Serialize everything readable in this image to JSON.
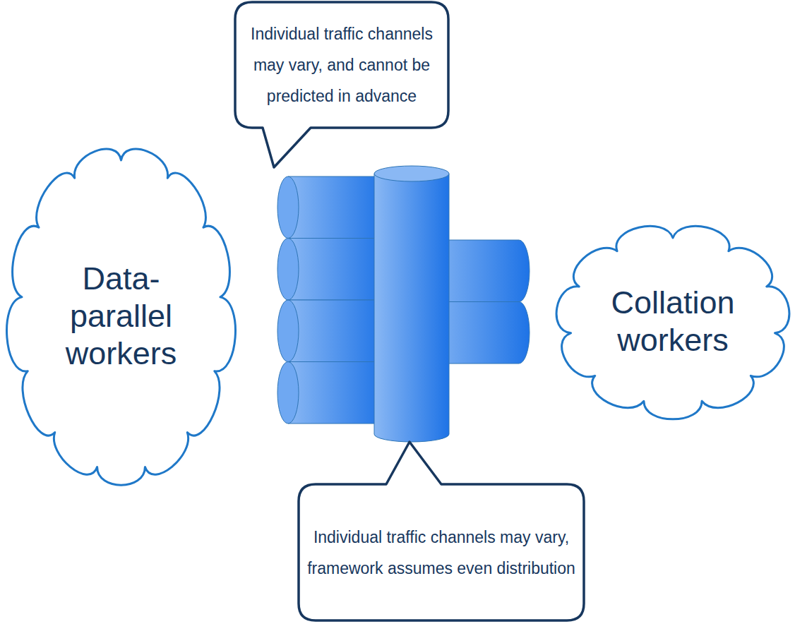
{
  "diagram": {
    "nodes": [
      {
        "text": [
          "Individual traffic channels may vary, and cannot be predicted in advance"
        ]
      },
      {
        "text": [
          "Data-parallel workers"
        ]
      },
      {
        "text": [
          "Collation workers"
        ]
      },
      {
        "text": [
          "Individual traffic channels may vary, framework assumes even distribution"
        ]
      }
    ]
  }
}
